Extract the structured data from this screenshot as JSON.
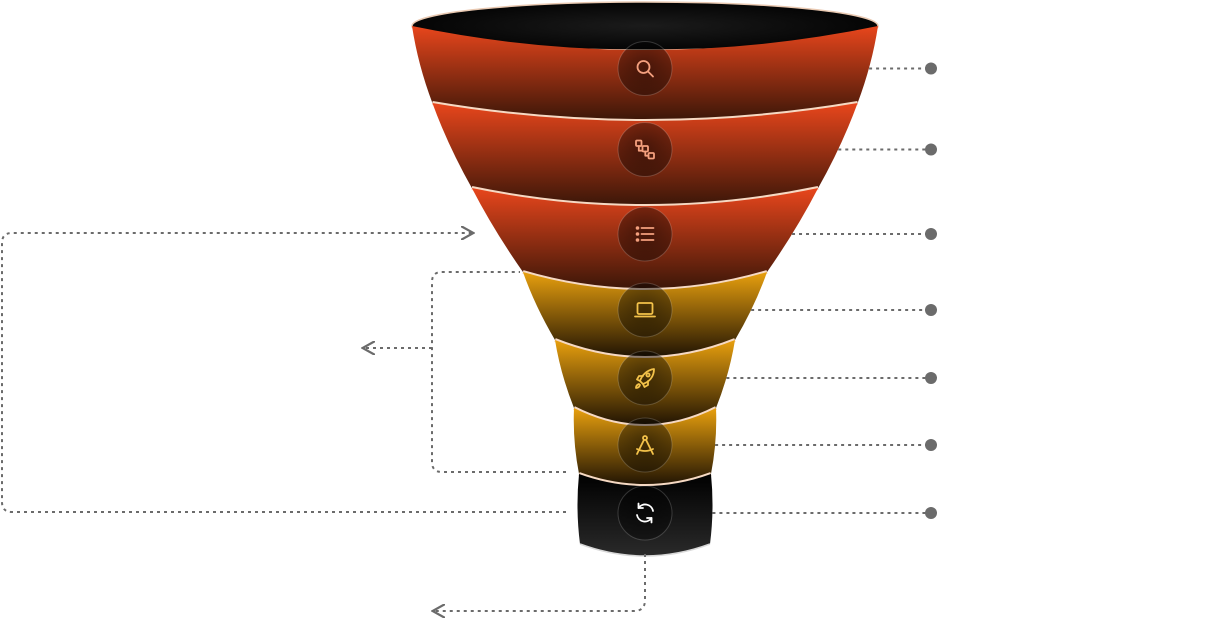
{
  "diagram": {
    "stages": [
      {
        "icon": "search-icon",
        "group": "warm"
      },
      {
        "icon": "workflow-icon",
        "group": "warm"
      },
      {
        "icon": "list-icon",
        "group": "warm"
      },
      {
        "icon": "laptop-icon",
        "group": "gold"
      },
      {
        "icon": "rocket-icon",
        "group": "gold"
      },
      {
        "icon": "compass-icon",
        "group": "gold"
      },
      {
        "icon": "refresh-icon",
        "group": "dark"
      }
    ],
    "colors": {
      "warm_top": "#e8461c",
      "warm_bottom": "#3a1608",
      "gold_top": "#e8a00e",
      "gold_bottom": "#1e1203",
      "dark_top": "#000000",
      "dark_bottom": "#2a2a2a",
      "warm_icon": "#f4a07e",
      "gold_icon": "#f3c24a",
      "dark_icon": "#ffffff",
      "separator": "#f6d9c3",
      "connector": "#6b6b6b"
    }
  }
}
